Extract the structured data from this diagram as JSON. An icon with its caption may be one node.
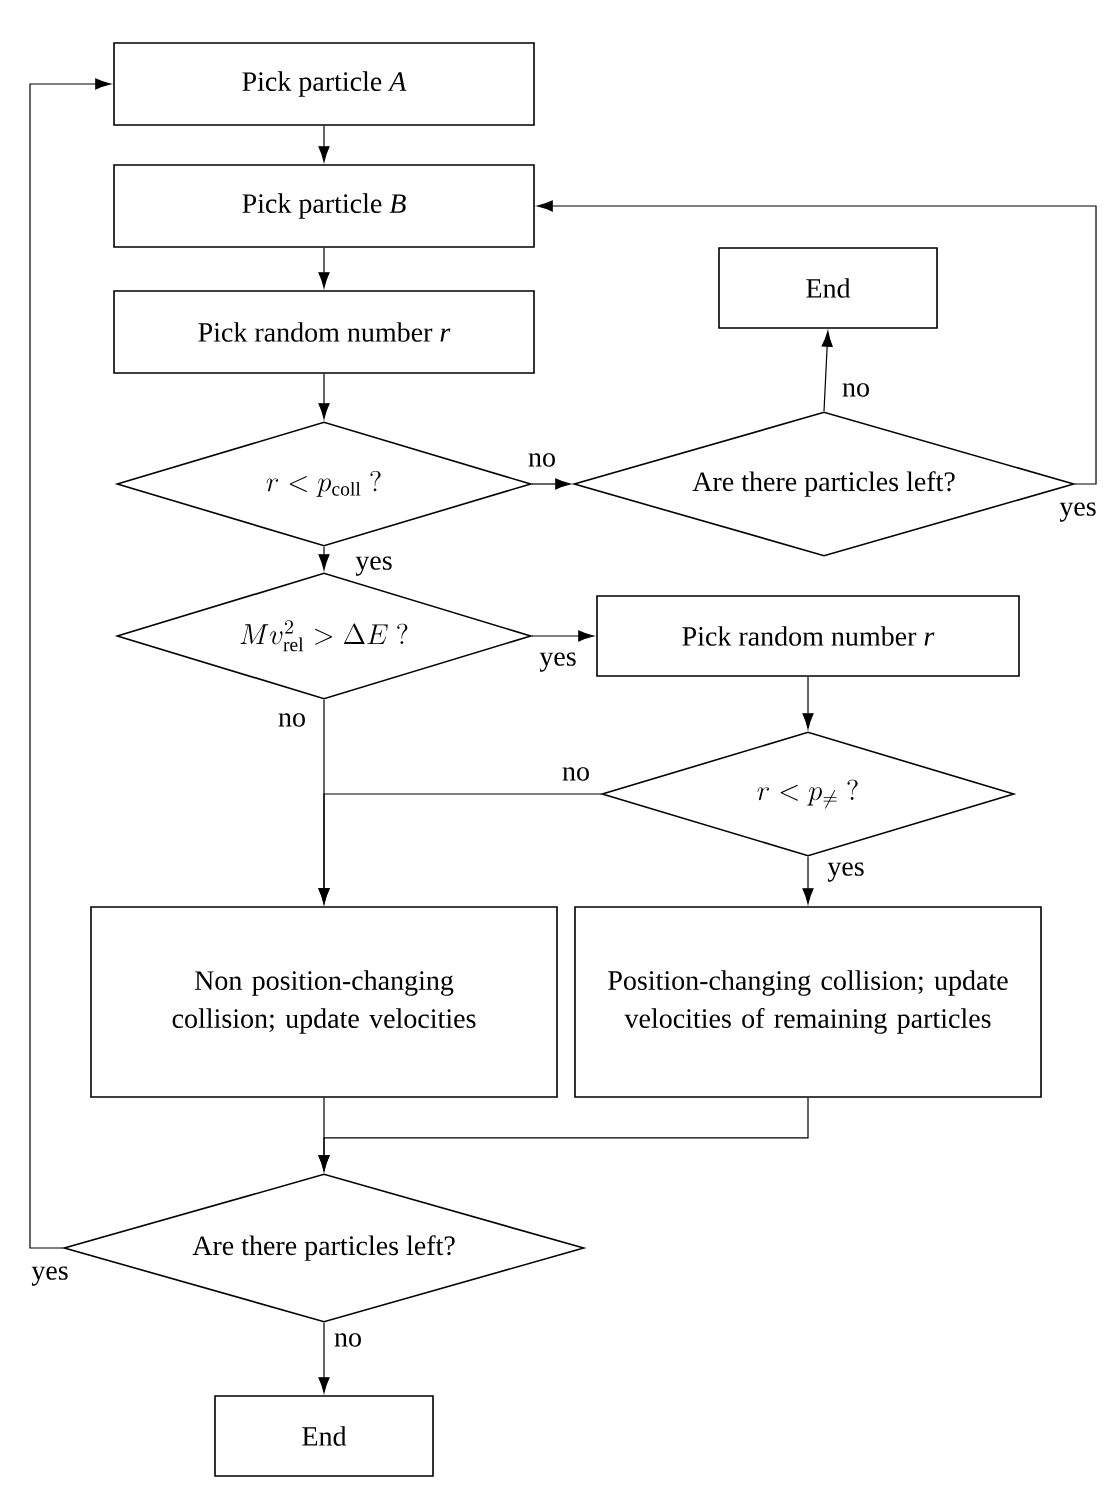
{
  "diagram": {
    "nodes": [
      {
        "text": [
          "Pick particle *A*"
        ]
      },
      {
        "text": [
          "Pick particle *B*"
        ]
      },
      {
        "text": [
          "Pick random number *r*"
        ]
      },
      {
        "text": [
          "r < p_{\\mathrm{coll}}\\ ?"
        ]
      },
      {
        "text": [
          "End"
        ]
      },
      {
        "text": [
          "Are there particles left?"
        ]
      },
      {
        "text": [
          "Mv_{\\mathrm{rel}}^2 > \\Delta E\\ ?"
        ]
      },
      {
        "text": [
          "Pick random number *r*"
        ]
      },
      {
        "text": [
          "r < p_{\\neq}\\ ?"
        ]
      },
      {
        "text": [
          "Non position-changing collision; update velocities"
        ]
      },
      {
        "text": [
          "Position-changing collision; update velocities of remaining particles"
        ]
      },
      {
        "text": [
          "Are there particles left?"
        ]
      },
      {
        "text": [
          "End"
        ]
      }
    ],
    "edges": [
      {
        "from": 0,
        "to": 1,
        "arrow": "to"
      },
      {
        "from": 1,
        "to": 2,
        "arrow": "to"
      },
      {
        "from": 2,
        "to": 3,
        "arrow": "to"
      },
      {
        "from": 3,
        "to": 5,
        "arrow": "to",
        "label": "no"
      },
      {
        "from": 3,
        "to": 6,
        "arrow": "to",
        "label": "yes"
      },
      {
        "from": 5,
        "to": 4,
        "arrow": "to",
        "label": "no"
      },
      {
        "from": 5,
        "to": 1,
        "arrow": "to",
        "label": "yes"
      },
      {
        "from": 6,
        "to": 7,
        "arrow": "to",
        "label": "yes"
      },
      {
        "from": 6,
        "to": 9,
        "arrow": "to",
        "label": "no"
      },
      {
        "from": 7,
        "to": 8,
        "arrow": "to"
      },
      {
        "from": 8,
        "to": 9,
        "arrow": "to",
        "label": "no"
      },
      {
        "from": 8,
        "to": 10,
        "arrow": "to",
        "label": "yes"
      },
      {
        "from": 9,
        "to": 11,
        "arrow": "to"
      },
      {
        "from": 10,
        "to": 11,
        "arrow": "to"
      },
      {
        "from": 11,
        "to": 12,
        "arrow": "to",
        "label": "no"
      },
      {
        "from": 11,
        "to": 0,
        "arrow": "to",
        "label": "yes"
      }
    ]
  }
}
